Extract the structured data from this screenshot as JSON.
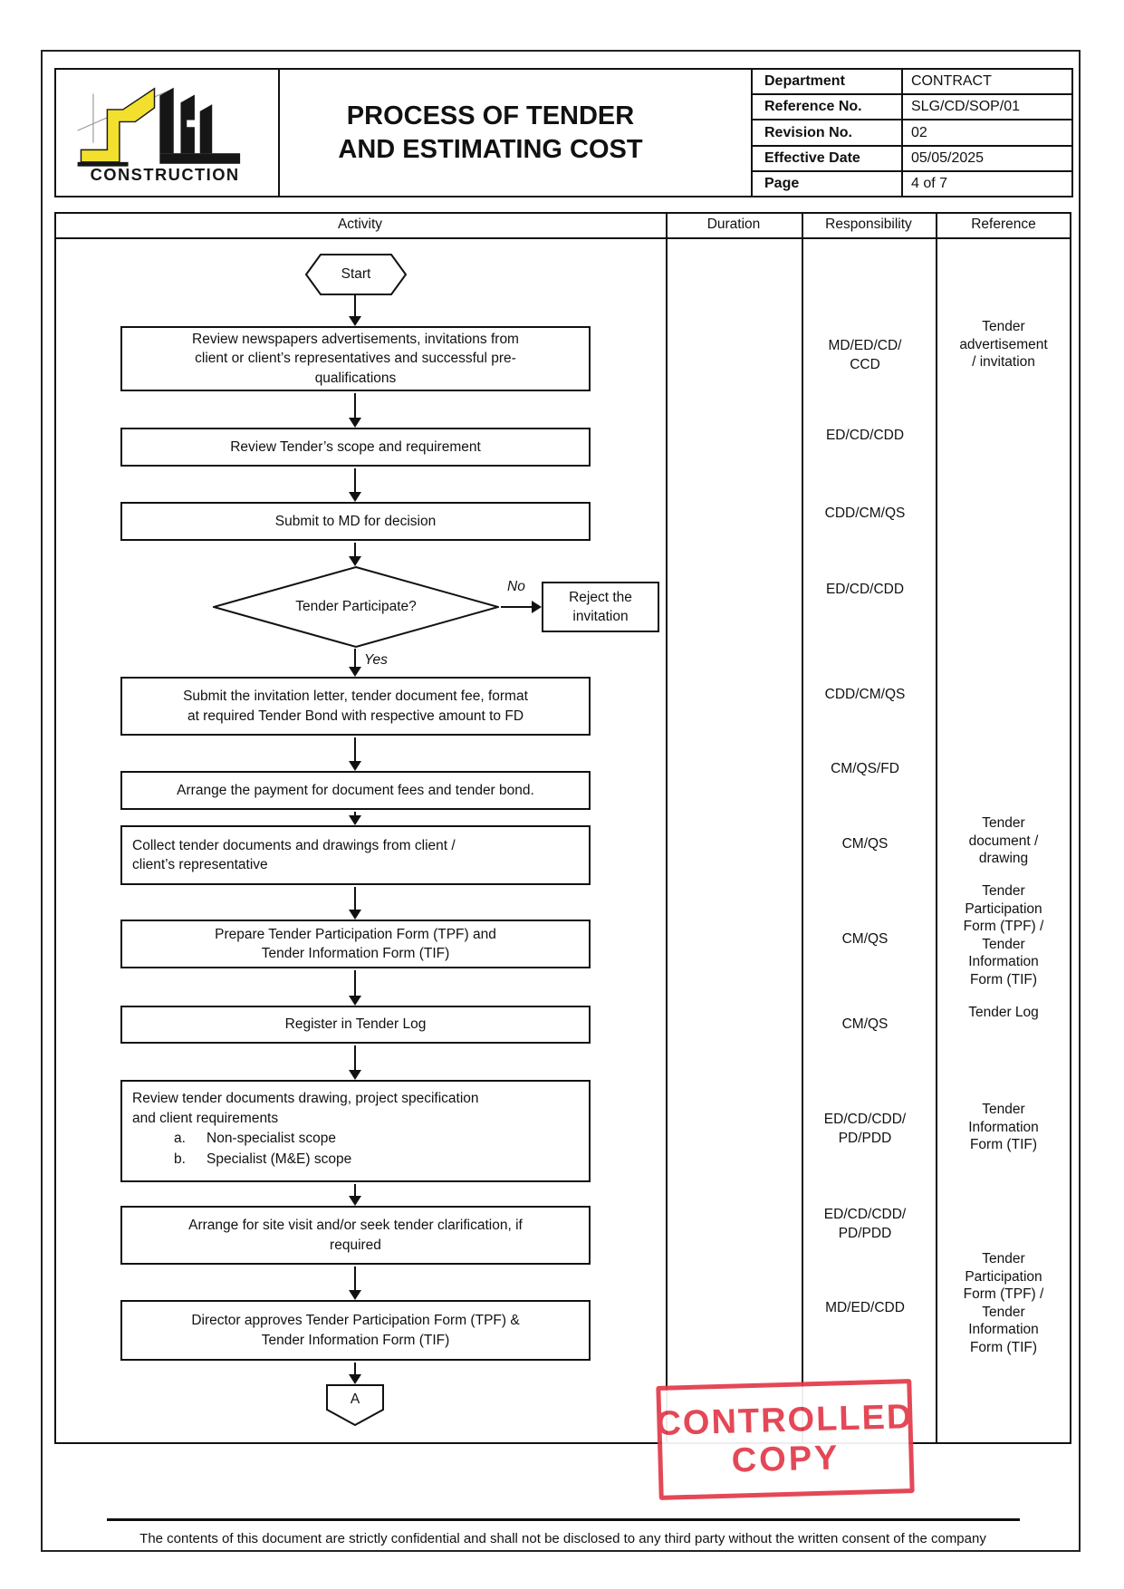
{
  "colors": {
    "stamp-red": "#e23b4b",
    "logo-yellow": "#f3e02e"
  },
  "logo": {
    "name": "CONSTRUCTION"
  },
  "header": {
    "title": "PROCESS OF TENDER\nAND ESTIMATING COST",
    "info_rows": [
      {
        "label": "Department",
        "value": "CONTRACT"
      },
      {
        "label": "Reference No.",
        "value": "SLG/CD/SOP/01"
      },
      {
        "label": "Revision No.",
        "value": "02"
      },
      {
        "label": "Effective Date",
        "value": "05/05/2025"
      },
      {
        "label": "Page",
        "value": "4 of 7"
      }
    ]
  },
  "columns": {
    "activity": "Activity",
    "duration": "Duration",
    "responsibility": "Responsibility",
    "reference": "Reference"
  },
  "flow": {
    "start": "Start",
    "box1": "Review newspapers advertisements, invitations from\nclient or client’s representatives and successful pre-\nqualifications",
    "box2": "Review Tender’s scope and requirement",
    "box3": "Submit to MD for decision",
    "decision": "Tender Participate?",
    "no": "No",
    "yes": "Yes",
    "reject": "Reject the\ninvitation",
    "box4": "Submit the invitation letter, tender document fee, format\nat required Tender Bond with respective amount to FD",
    "box5": "Arrange the payment for document fees and tender bond.",
    "box6": "Collect tender documents and drawings from client /\nclient’s representative",
    "box7": "Prepare Tender Participation Form (TPF) and\nTender Information Form (TIF)",
    "box8": "Register in Tender Log",
    "box9_intro": "Review tender documents drawing, project specification\nand client requirements",
    "box9_items": [
      {
        "marker": "a.",
        "text": "Non-specialist scope"
      },
      {
        "marker": "b.",
        "text": "Specialist (M&E) scope"
      }
    ],
    "box10": "Arrange for site visit and/or seek tender clarification, if\nrequired",
    "box11": "Director approves Tender Participation Form (TPF) &\nTender Information Form (TIF)",
    "connector": "A"
  },
  "responsibility": [
    "MD/ED/CD/\nCCD",
    "ED/CD/CDD",
    "CDD/CM/QS",
    "ED/CD/CDD",
    "CDD/CM/QS",
    "CM/QS/FD",
    "CM/QS",
    "CM/QS",
    "CM/QS",
    "ED/CD/CDD/\nPD/PDD",
    "ED/CD/CDD/\nPD/PDD",
    "MD/ED/CDD"
  ],
  "reference": [
    "Tender\nadvertisement\n/ invitation",
    "Tender\ndocument /\ndrawing",
    "Tender\nParticipation\nForm (TPF) /\nTender\nInformation\nForm (TIF)",
    "Tender Log",
    "Tender\nInformation\nForm (TIF)",
    "Tender\nParticipation\nForm (TPF) /\nTender\nInformation\nForm (TIF)"
  ],
  "stamp": {
    "line1": "CONTROLLED",
    "line2": "COPY"
  },
  "footer": {
    "text": "The contents of this document are strictly confidential and shall not be disclosed to any third party without the written consent of the company"
  }
}
